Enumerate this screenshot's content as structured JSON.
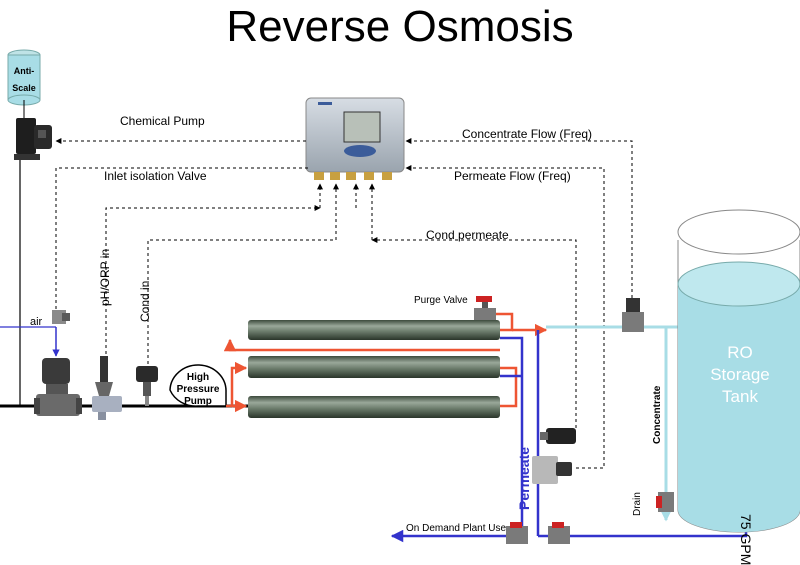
{
  "title": "Reverse Osmosis",
  "labels": {
    "chemical_pump": "Chemical Pump",
    "inlet_isolation_valve": "Inlet isolation Valve",
    "concentrate_flow": "Concentrate Flow (Freq)",
    "permeate_flow": "Permeate Flow (Freq)",
    "cond_permeate": "Cond permeate",
    "air": "air",
    "ph_orp_in": "pH/ORP in",
    "cond_in": "Cond in",
    "purge_valve": "Purge Valve",
    "permeate": "Permeate",
    "concentrate": "Concentrate",
    "drain": "Drain",
    "gpm": "75 GPM",
    "on_demand": "On Demand Plant Use"
  },
  "anti_scale": [
    "Anti-",
    "Scale"
  ],
  "pump": [
    "High",
    "Pressure",
    "Pump"
  ],
  "tank": [
    "RO",
    "Storage",
    "Tank"
  ],
  "colors": {
    "permeate_line": "#3333cc",
    "feed_line": "#ee5533",
    "concentrate_line": "#a8dde6",
    "tank_water": "#a8dde6",
    "signal_line": "#000000"
  }
}
